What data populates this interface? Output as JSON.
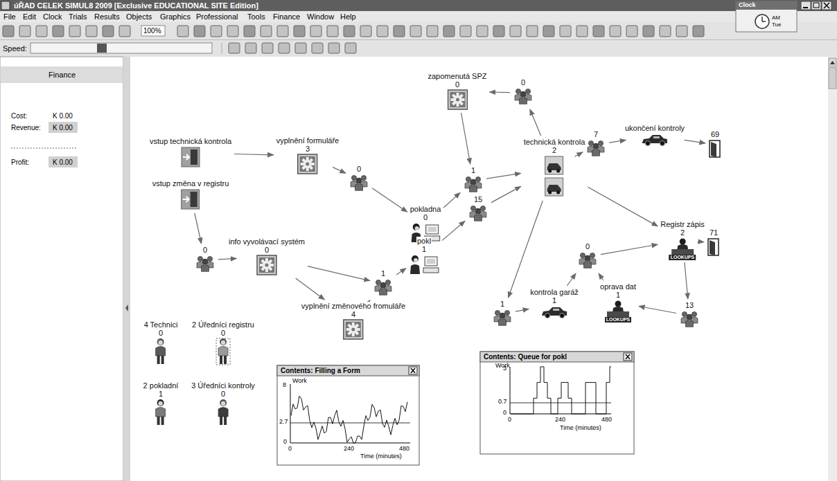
{
  "diagram": {
    "nodes": [
      {
        "text": [
          "vstup technická kontrola"
        ]
      },
      {
        "text": [
          "vstup změna v registru"
        ]
      },
      {
        "text": [
          "vyplnění formuláře",
          "3"
        ]
      },
      {
        "text": [
          "0"
        ]
      },
      {
        "text": [
          "info vyvolávací systém",
          "0"
        ]
      },
      {
        "text": [
          "0"
        ]
      },
      {
        "text": [
          "vyplnění změnového fromuláře",
          "4"
        ]
      },
      {
        "text": [
          "1"
        ]
      },
      {
        "text": [
          "pokladna",
          "0"
        ]
      },
      {
        "text": [
          "pokl",
          "1"
        ]
      },
      {
        "text": [
          "1"
        ]
      },
      {
        "text": [
          "15"
        ]
      },
      {
        "text": [
          "zapomenutá SPZ",
          "0"
        ]
      },
      {
        "text": [
          "0"
        ]
      },
      {
        "text": [
          "technická kontrola",
          "2"
        ]
      },
      {
        "text": [
          "7"
        ]
      },
      {
        "text": [
          "ukončení kontroly"
        ]
      },
      {
        "text": [
          "69"
        ]
      },
      {
        "text": [
          "Registr zápis",
          "2",
          "LOOKUPS"
        ]
      },
      {
        "text": [
          "71"
        ]
      },
      {
        "text": [
          "0"
        ]
      },
      {
        "text": [
          "oprava dat",
          "1",
          "LOOKUPS"
        ]
      },
      {
        "text": [
          "13"
        ]
      },
      {
        "text": [
          "kontrola garáž",
          "1"
        ]
      },
      {
        "text": [
          "1"
        ]
      },
      {
        "text": [
          "4 Technici",
          "0"
        ]
      },
      {
        "text": [
          "2 Úředníci registru",
          "0"
        ]
      },
      {
        "text": [
          "2 pokladní",
          "1"
        ]
      },
      {
        "text": [
          "3 Úředníci kontroly",
          "0"
        ]
      }
    ],
    "edges": [
      {
        "from": 0,
        "to": 2,
        "arrow": "to"
      },
      {
        "from": 2,
        "to": 3,
        "arrow": "to"
      },
      {
        "from": 3,
        "to": 8,
        "arrow": "to"
      },
      {
        "from": 1,
        "to": 5,
        "arrow": "to"
      },
      {
        "from": 5,
        "to": 4,
        "arrow": "to"
      },
      {
        "from": 4,
        "to": 7,
        "arrow": "to"
      },
      {
        "from": 4,
        "to": 6,
        "arrow": "to"
      },
      {
        "from": 6,
        "to": 7,
        "arrow": "to"
      },
      {
        "from": 7,
        "to": 9,
        "arrow": "to"
      },
      {
        "from": 8,
        "to": 10,
        "arrow": "to"
      },
      {
        "from": 9,
        "to": 11,
        "arrow": "to"
      },
      {
        "from": 10,
        "to": 14,
        "arrow": "to"
      },
      {
        "from": 11,
        "to": 14,
        "arrow": "to"
      },
      {
        "from": 12,
        "to": 10,
        "arrow": "to"
      },
      {
        "from": 13,
        "to": 12,
        "arrow": "to"
      },
      {
        "from": 14,
        "to": 13,
        "arrow": "to"
      },
      {
        "from": 14,
        "to": 15,
        "arrow": "to"
      },
      {
        "from": 15,
        "to": 16,
        "arrow": "to"
      },
      {
        "from": 16,
        "to": 17,
        "arrow": "to"
      },
      {
        "from": 14,
        "to": 18,
        "arrow": "to"
      },
      {
        "from": 14,
        "to": 24,
        "arrow": "to"
      },
      {
        "from": 24,
        "to": 23,
        "arrow": "to"
      },
      {
        "from": 23,
        "to": 20,
        "arrow": "to"
      },
      {
        "from": 20,
        "to": 18,
        "arrow": "to"
      },
      {
        "from": 18,
        "to": 19,
        "arrow": "to"
      },
      {
        "from": 18,
        "to": 22,
        "arrow": "to"
      },
      {
        "from": 22,
        "to": 21,
        "arrow": "to"
      },
      {
        "from": 21,
        "to": 20,
        "arrow": "to"
      }
    ],
    "labels": [
      "úŘAD CELEK SIMUL8 2009 [Exclusive EDUCATIONAL SITE Edition]",
      "File",
      "Edit",
      "Clock",
      "Trials",
      "Results",
      "Objects",
      "Graphics",
      "Professional",
      "Tools",
      "Finance",
      "Window",
      "Help",
      "Clock",
      "AM",
      "Tue",
      "100%",
      "Speed:",
      "Finance",
      "Cost:",
      "K 0.00",
      "Revenue:",
      "K 0.00",
      "Profit:",
      "K 0.00",
      "Contents: Filling a Form",
      "Work",
      "8",
      "2.7",
      "0",
      "0",
      "240",
      "480",
      "Time (minutes)",
      "Contents: Queue for pokl",
      "Work",
      "3",
      "0.7",
      "0",
      "0",
      "240",
      "480",
      "Time (minutes)"
    ]
  }
}
